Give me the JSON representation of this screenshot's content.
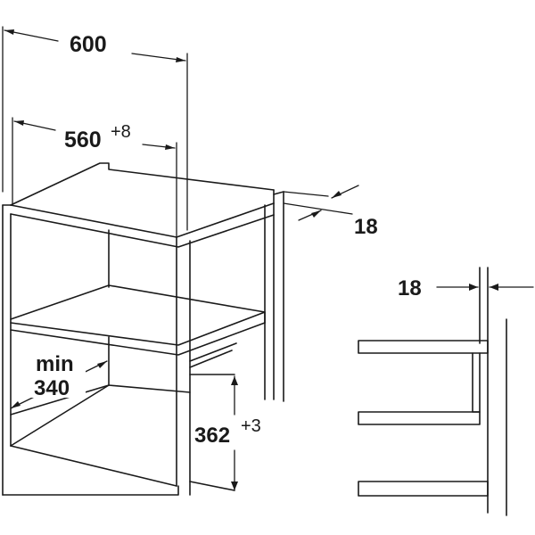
{
  "dimensions": {
    "total_width": "600",
    "inner_width": "560",
    "inner_width_tolerance": "+8",
    "panel_thickness_top": "18",
    "panel_thickness_side": "18",
    "min_depth_line1": "min",
    "min_depth_line2": "340",
    "niche_height": "362",
    "niche_height_tolerance": "+3"
  },
  "colors": {
    "ink": "#1a1a1a",
    "background": "#ffffff"
  }
}
